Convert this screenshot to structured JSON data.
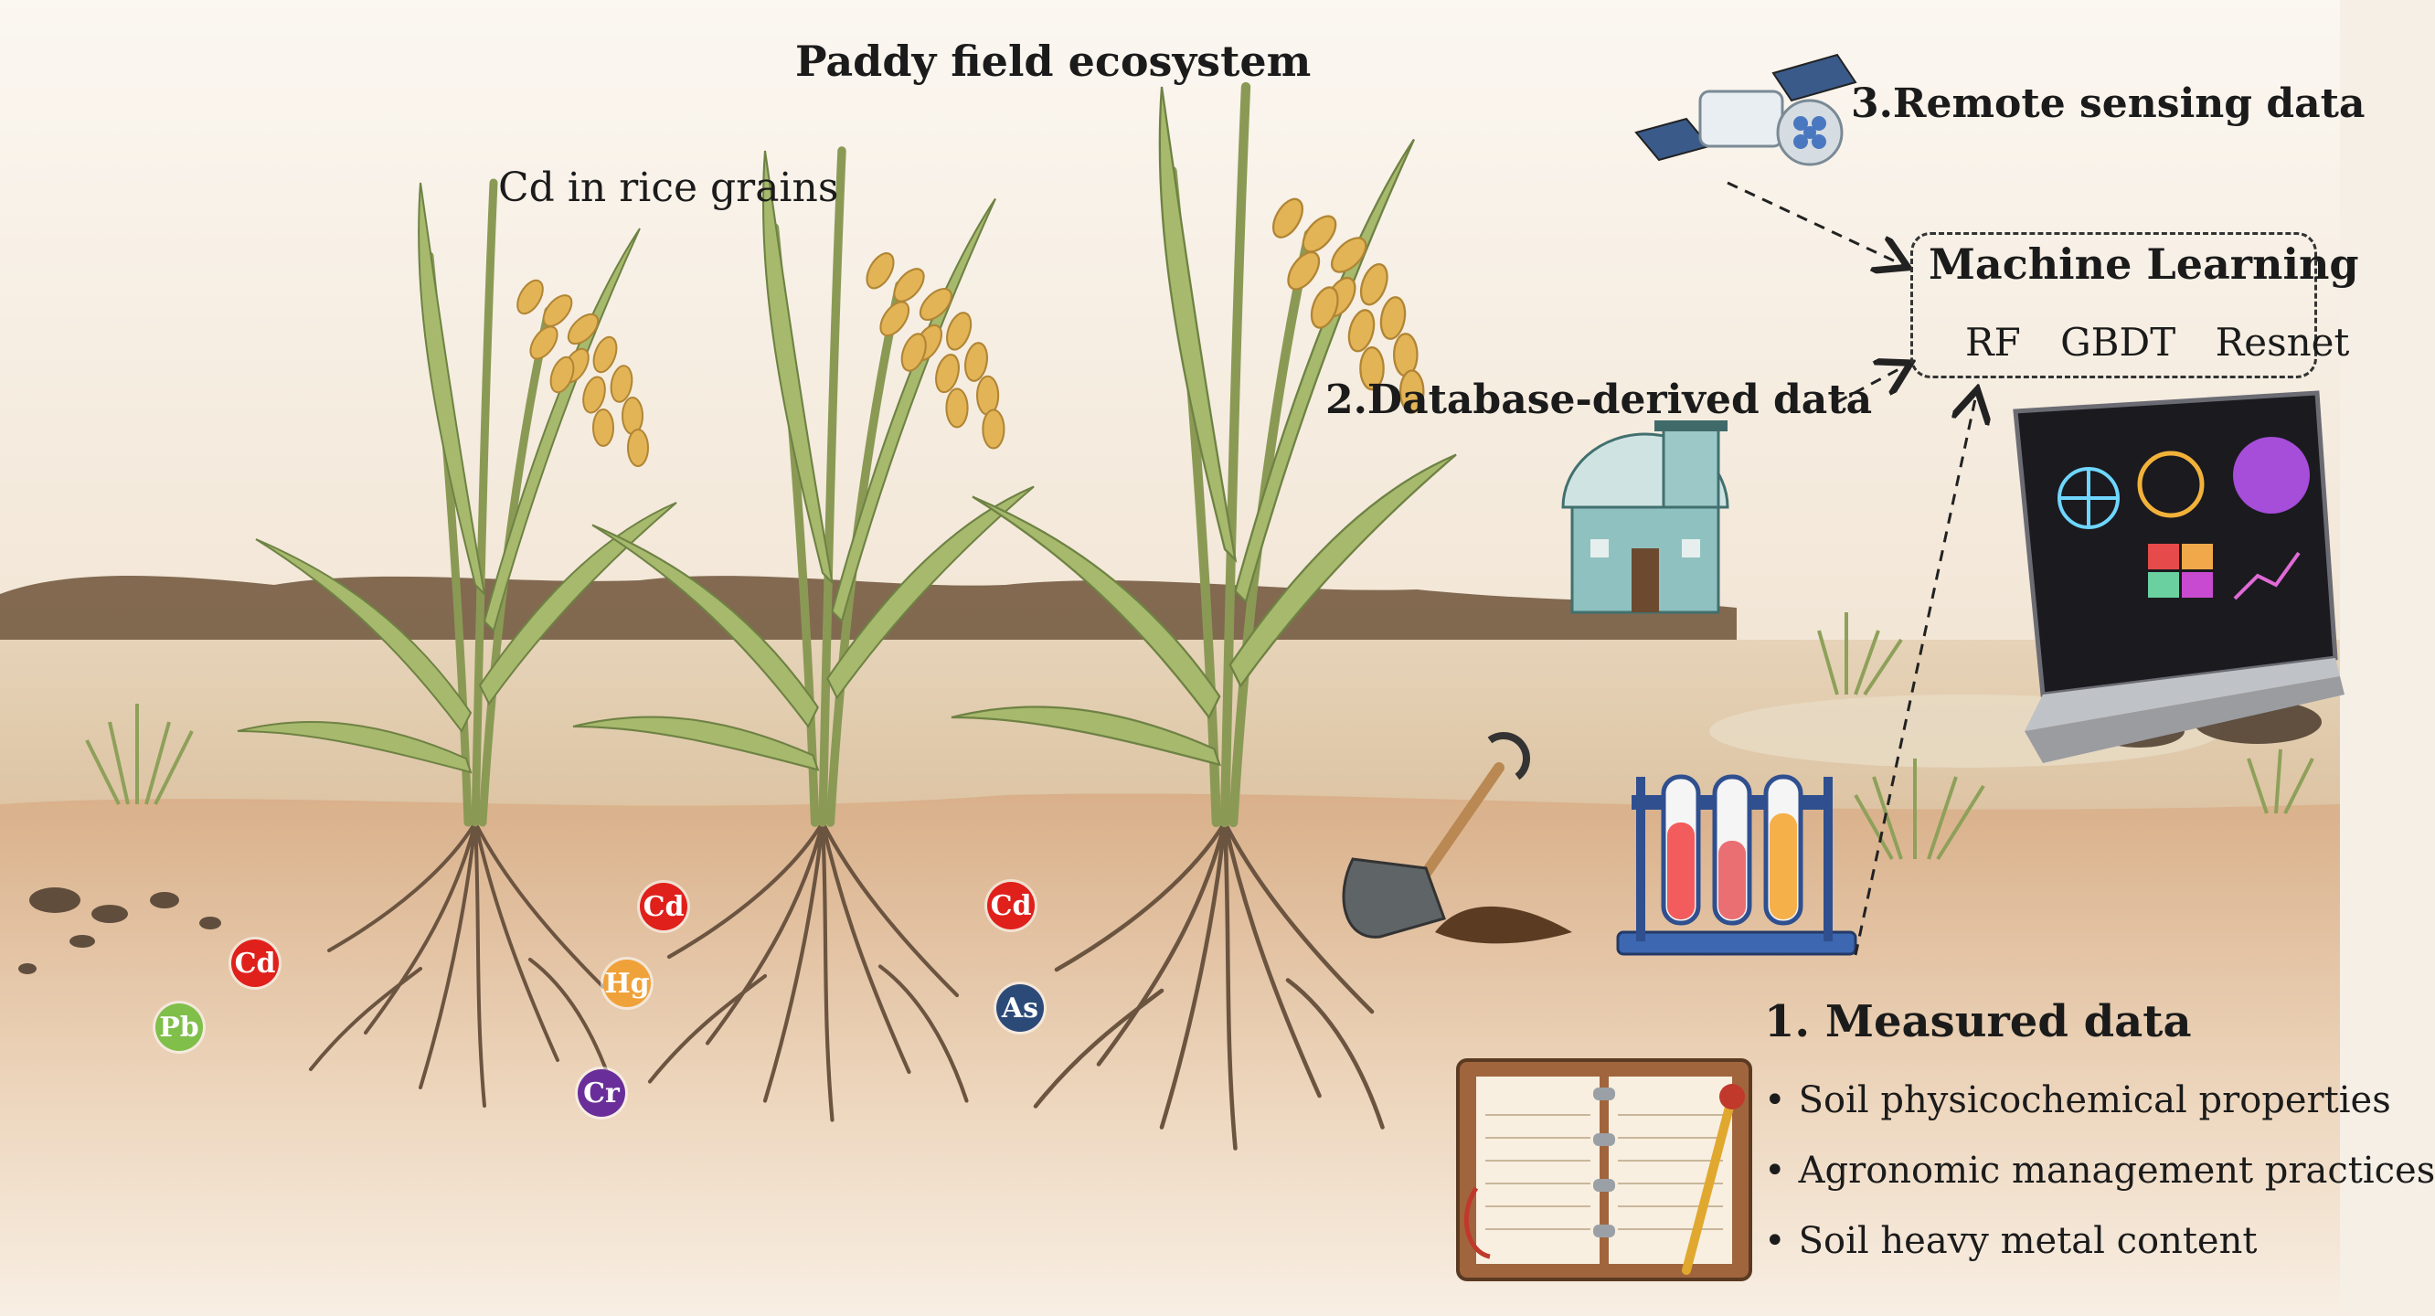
{
  "title": "Paddy field ecosystem",
  "grain_label": "Cd in rice grains",
  "remote_sensing": "3.Remote sensing data",
  "database": "2.Database-derived data",
  "machine_learning": {
    "title": "Machine Learning",
    "algorithms": [
      "RF",
      "GBDT",
      "Resnet"
    ]
  },
  "measured": {
    "title": "1. Measured data",
    "items": [
      "Soil physicochemical properties",
      "Agronomic management practices",
      "Soil heavy metal content"
    ]
  },
  "heavy_metals": [
    {
      "symbol": "Cd",
      "color": "#e0201b"
    },
    {
      "symbol": "Pb",
      "color": "#7fbf4a"
    },
    {
      "symbol": "Cd",
      "color": "#e0201b"
    },
    {
      "symbol": "Hg",
      "color": "#f0a23a"
    },
    {
      "symbol": "Cr",
      "color": "#6a2e9a"
    },
    {
      "symbol": "Cd",
      "color": "#e0201b"
    },
    {
      "symbol": "As",
      "color": "#2c4a78"
    }
  ],
  "icons": [
    "satellite-icon",
    "observatory-icon",
    "laptop-icon",
    "shovel-icon",
    "test-tubes-icon",
    "notebook-icon",
    "rice-plant-icon"
  ]
}
